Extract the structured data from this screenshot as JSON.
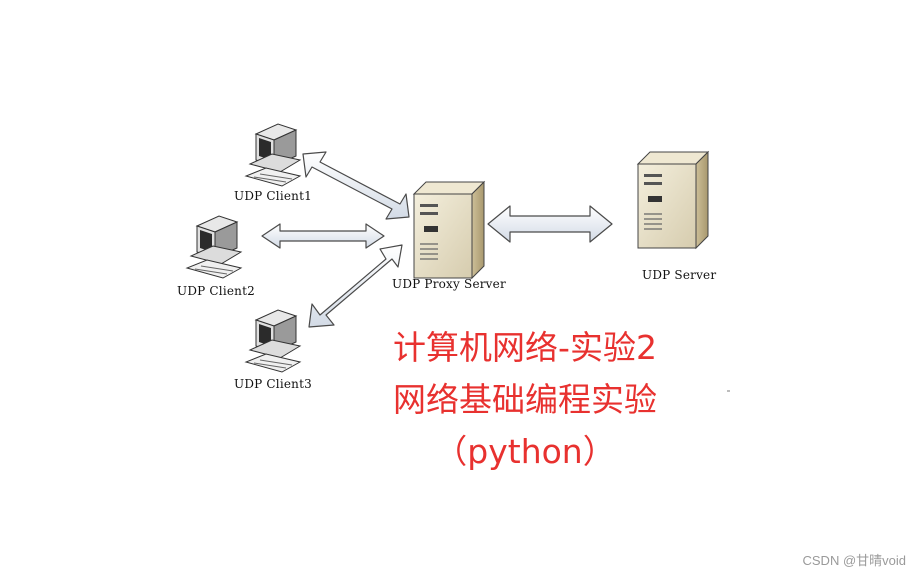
{
  "nodes": {
    "client1": "UDP Client1",
    "client2": "UDP Client2",
    "client3": "UDP Client3",
    "proxy": "UDP Proxy Server",
    "server": "UDP Server"
  },
  "caption": {
    "line1": "计算机网络-实验2",
    "line2": "网络基础编程实验",
    "line3": "（python）"
  },
  "watermark": "CSDN @甘晴void",
  "colors": {
    "caption": "#e8312f",
    "arrow_fill": "#dfe6f0",
    "device_beige": "#e9e1c8"
  }
}
